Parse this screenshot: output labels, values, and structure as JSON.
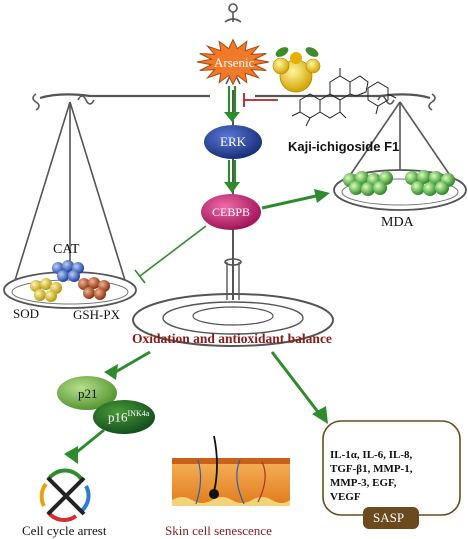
{
  "nodes": {
    "arsenic": "Arsenic",
    "kaji": "Kaji-ichigoside F1",
    "erk": "ERK",
    "cebpb": "CEBPB",
    "mda": "MDA",
    "cat": "CAT",
    "sod": "SOD",
    "gsh": "GSH-PX",
    "balance": "Oxidation and antioxidant balance",
    "p21": "p21",
    "p16": "p16",
    "p16_sup": "INK4a",
    "cell_cycle": "Cell cycle arrest",
    "skin": "Skin cell senescence",
    "sasp": "SASP",
    "sasp_lines": [
      "IL-1α,    IL-6,  IL-8,",
      "TGF-β1,  MMP-1,",
      "MMP-3,       EGF,",
      "VEGF"
    ]
  },
  "colors": {
    "green_arrow": "#2e8b2e",
    "inhibit_red": "#b22222",
    "arsenic_orange": "#f07a2a",
    "erk_blue": "#1f3a93",
    "cebpb_magenta": "#c0186a",
    "p21_green": "#6aa84f",
    "balance_text": "#8b1a1a",
    "sasp_brown": "#6b4a1e"
  }
}
